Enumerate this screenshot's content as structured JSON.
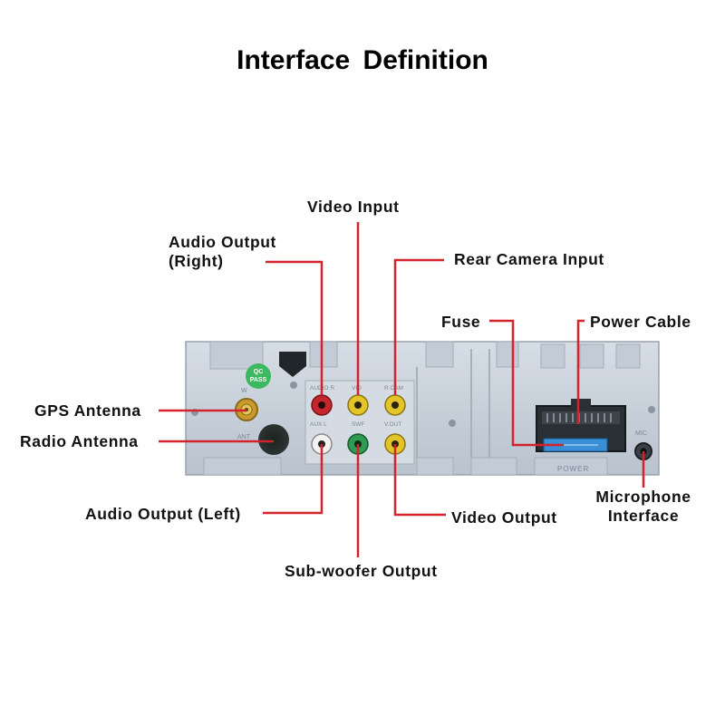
{
  "title": "Interface  Definition",
  "labels": {
    "video_input": "Video Input",
    "audio_output_right_1": "Audio Output",
    "audio_output_right_2": "(Right)",
    "rear_camera_input": "Rear Camera Input",
    "fuse": "Fuse",
    "power_cable": "Power Cable",
    "gps_antenna": "GPS Antenna",
    "radio_antenna": "Radio Antenna",
    "audio_output_left": "Audio Output (Left)",
    "video_output": "Video Output",
    "subwoofer_output": "Sub-woofer Output",
    "microphone_interface_1": "Microphone",
    "microphone_interface_2": "Interface"
  },
  "panel_markings": {
    "qc_badge_1": "QC",
    "qc_badge_2": "PASS",
    "ant": "ANT",
    "gps": "W",
    "audio_r": "AUDIO R",
    "video": "VID",
    "rear_cam": "R CAM",
    "audio_l": "AUX L",
    "swf": "SWF",
    "vout": "V.OUT",
    "mic": "MIC",
    "power": "POWER"
  },
  "colors": {
    "leader_line": "#d3232c",
    "panel": "#c9d2dc",
    "rca_red": "#c4262e",
    "rca_yellow": "#e3c52a",
    "rca_white": "#f2f2f2",
    "rca_green": "#2e9a52",
    "qc_badge": "#3cb960",
    "fuse": "#3a8fd6"
  }
}
